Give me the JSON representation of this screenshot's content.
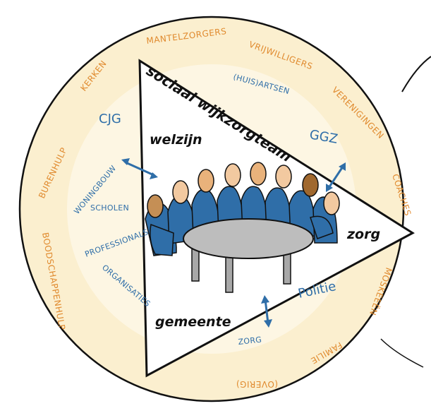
{
  "outer_ring_labels": {
    "mantelzorgers": "MANTELZORGERS",
    "vrijwilligers": "VRIJWILLIGERS",
    "kerken": "KERKEN",
    "verenigingen": "VERENIGINGEN",
    "burenhulp": "BURENHULP",
    "coaches": "COACHES",
    "buurtschappenhulp": "BOODSCHAPPENHULP",
    "moskeeen": "MOSKEEËN",
    "familie": "FAMILIE",
    "overig": "(OVERIG)"
  },
  "blue_labels": {
    "cjg": "CJG",
    "woningbouw": "WONINGBOUW",
    "scholen": "SCHOLEN",
    "professionals": "PROFESSIONALS",
    "organisaties": "ORGANISATIES",
    "huisartsen": "(HUIS)ARTSEN",
    "ggz": "GGZ",
    "politie": "Politie",
    "zorg_small": "ZORG"
  },
  "triangle_labels": {
    "title": "sociaal wijkzorgteam",
    "welzijn": "welzijn",
    "zorg": "zorg",
    "gemeente": "gemeente"
  },
  "colors": {
    "ring_fill": "#fbefcf",
    "ring_inner": "#fdf6e3",
    "orange_text": "#e08a2e",
    "blue": "#2f6ea8",
    "table_grey": "#b9b9b9",
    "outline": "#111111"
  }
}
